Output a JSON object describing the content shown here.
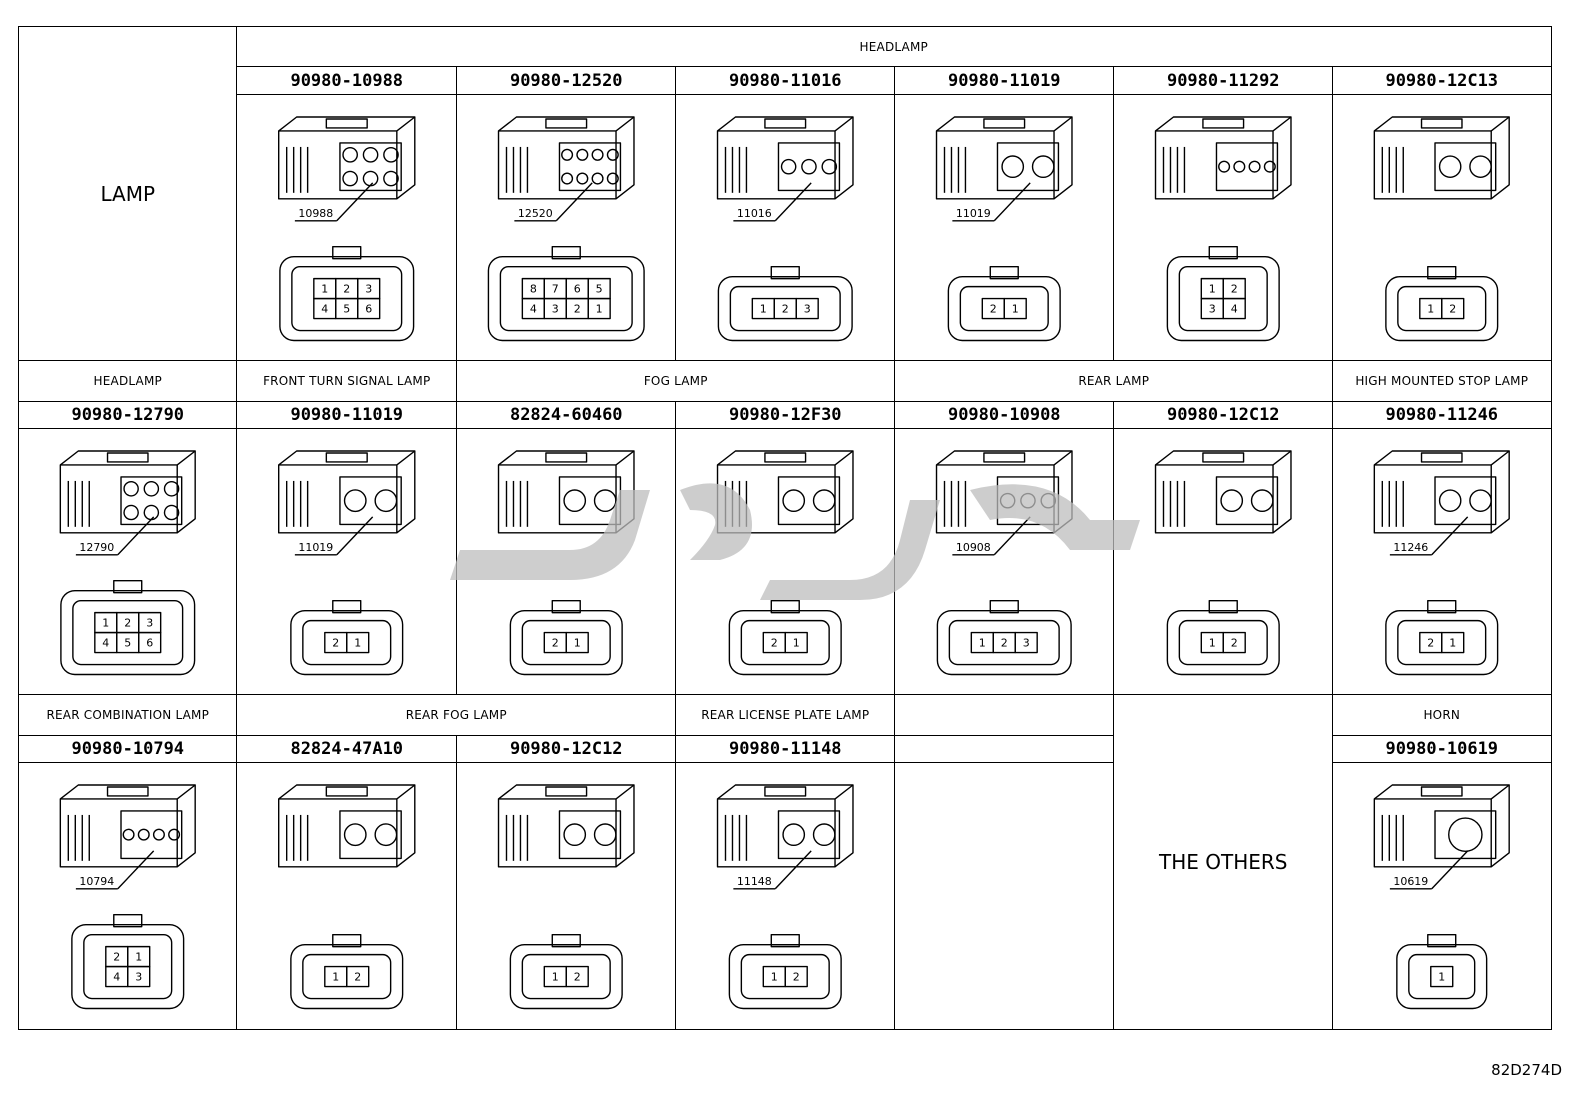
{
  "lamp_label": "LAMP",
  "others_label": "THE OTHERS",
  "diagram_code": "82D274D",
  "rows": [
    {
      "groups": [
        {
          "label": "HEADLAMP",
          "span": 6
        }
      ],
      "cells": [
        {
          "part": "90980-10988",
          "callout": "10988",
          "pins": [
            "1",
            "2",
            "3",
            "4",
            "5",
            "6"
          ]
        },
        {
          "part": "90980-12520",
          "callout": "12520",
          "pins": [
            "8",
            "7",
            "6",
            "5",
            "4",
            "3",
            "2",
            "1"
          ]
        },
        {
          "part": "90980-11016",
          "callout": "11016",
          "pins": [
            "1",
            "2",
            "3"
          ]
        },
        {
          "part": "90980-11019",
          "callout": "11019",
          "pins": [
            "2",
            "1"
          ]
        },
        {
          "part": "90980-11292",
          "callout": "",
          "pins": [
            "1",
            "2",
            "3",
            "4"
          ]
        },
        {
          "part": "90980-12C13",
          "callout": "",
          "pins": [
            "1",
            "2"
          ]
        }
      ]
    },
    {
      "groups": [
        {
          "label": "HEADLAMP",
          "span": 1
        },
        {
          "label": "FRONT TURN SIGNAL LAMP",
          "span": 1
        },
        {
          "label": "FOG LAMP",
          "span": 2
        },
        {
          "label": "REAR LAMP",
          "span": 2
        },
        {
          "label": "HIGH MOUNTED STOP LAMP",
          "span": 1
        }
      ],
      "cells": [
        {
          "part": "90980-12790",
          "callout": "12790",
          "pins": [
            "1",
            "2",
            "3",
            "4",
            "5",
            "6"
          ]
        },
        {
          "part": "90980-11019",
          "callout": "11019",
          "pins": [
            "2",
            "1"
          ]
        },
        {
          "part": "82824-60460",
          "callout": "",
          "pins": [
            "2",
            "1"
          ]
        },
        {
          "part": "90980-12F30",
          "callout": "",
          "pins": [
            "2",
            "1"
          ]
        },
        {
          "part": "90980-10908",
          "callout": "10908",
          "pins": [
            "1",
            "2",
            "3"
          ]
        },
        {
          "part": "90980-12C12",
          "callout": "",
          "pins": [
            "1",
            "2"
          ]
        },
        {
          "part": "90980-11246",
          "callout": "11246",
          "pins": [
            "2",
            "1"
          ]
        }
      ]
    },
    {
      "groups": [
        {
          "label": "REAR COMBINATION LAMP",
          "span": 1
        },
        {
          "label": "REAR FOG LAMP",
          "span": 2
        },
        {
          "label": "REAR LICENSE PLATE LAMP",
          "span": 1
        },
        {
          "label": "",
          "span": 1
        }
      ],
      "cells": [
        {
          "part": "90980-10794",
          "callout": "10794",
          "pins": [
            "2",
            "1",
            "4",
            "3"
          ]
        },
        {
          "part": "82824-47A10",
          "callout": "",
          "pins": [
            "1",
            "2"
          ]
        },
        {
          "part": "90980-12C12",
          "callout": "",
          "pins": [
            "1",
            "2"
          ]
        },
        {
          "part": "90980-11148",
          "callout": "11148",
          "pins": [
            "1",
            "2"
          ]
        },
        {
          "part": "",
          "callout": "",
          "pins": []
        }
      ],
      "horn": {
        "label": "HORN",
        "part": "90980-10619",
        "callout": "10619",
        "pins": [
          "1"
        ]
      }
    }
  ],
  "colors": {
    "line": "#000000",
    "watermark": "#bdbdbd"
  }
}
